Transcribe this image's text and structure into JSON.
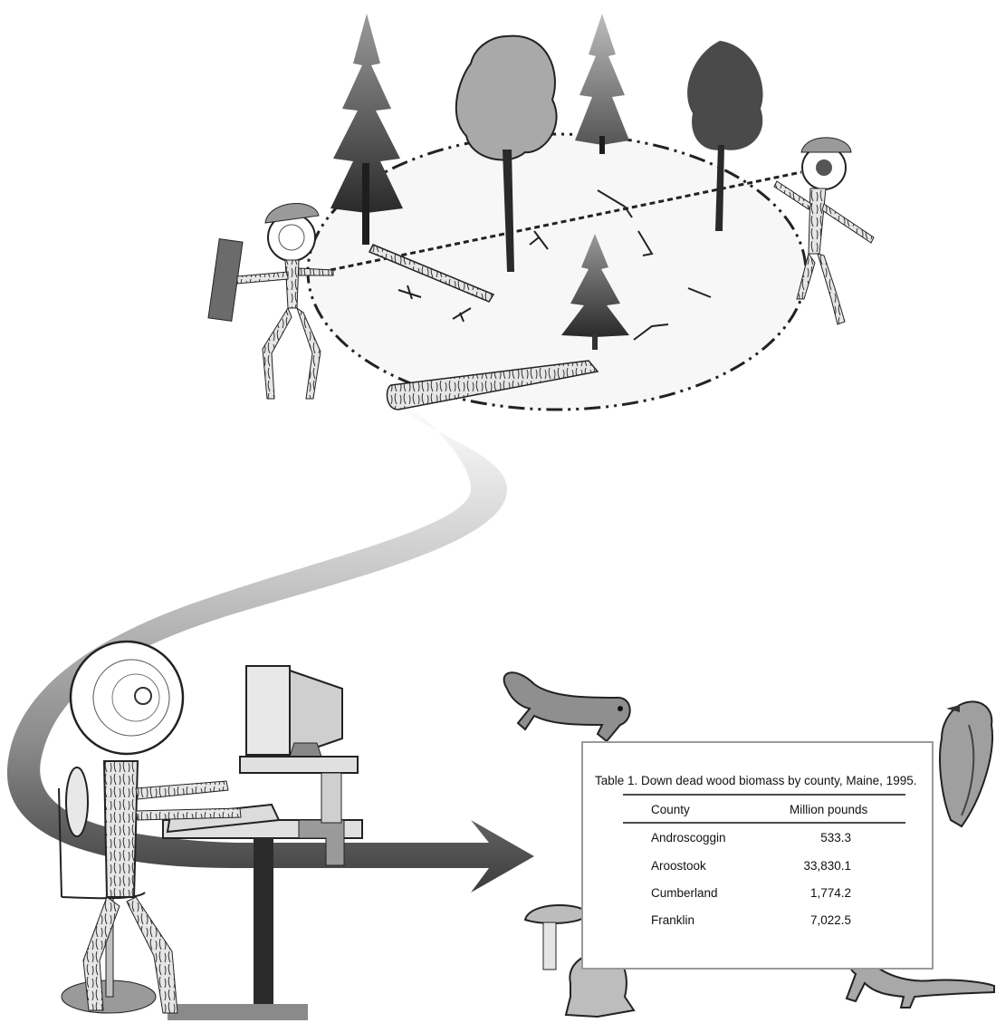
{
  "table": {
    "caption": "Table 1.  Down dead wood biomass by county, Maine, 1995.",
    "headers": [
      "County",
      "Million pounds"
    ],
    "rows": [
      {
        "county": "Androscoggin",
        "value": "533.3"
      },
      {
        "county": "Aroostook",
        "value": "33,830.1"
      },
      {
        "county": "Cumberland",
        "value": "1,774.2"
      },
      {
        "county": "Franklin",
        "value": "7,022.5"
      }
    ]
  },
  "colors": {
    "flow_dark": "#4a4a4a",
    "flow_light": "#e8e8e8",
    "tree_dark": "#2f2f2f",
    "tree_mid": "#7a7a7a",
    "wood": "#d9d9d9"
  },
  "icons": [
    "tree-icon",
    "log-icon",
    "stick-figure-icon",
    "computer-icon",
    "desk-icon",
    "squirrel-icon",
    "woodpecker-icon",
    "mushroom-icon",
    "frog-icon",
    "salamander-icon"
  ]
}
